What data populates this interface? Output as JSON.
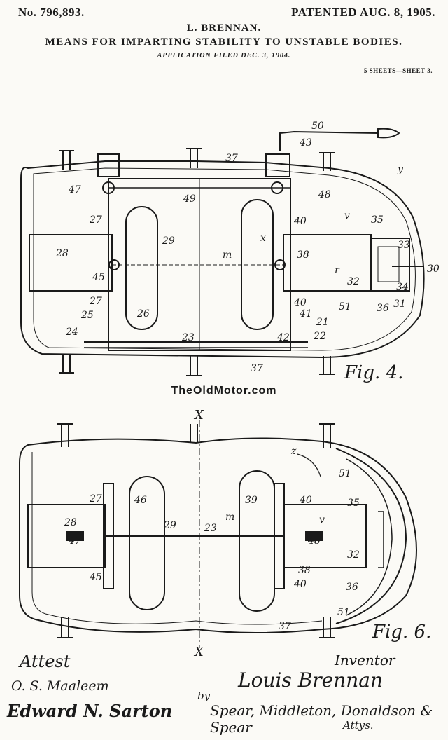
{
  "header": {
    "patent_number": "No. 796,893.",
    "patented_date": "PATENTED AUG. 8, 1905.",
    "inventor": "L. BRENNAN.",
    "title": "MEANS FOR IMPARTING STABILITY TO UNSTABLE BODIES.",
    "filed": "APPLICATION FILED DEC. 3, 1904.",
    "sheets": "5 SHEETS—SHEET 3."
  },
  "watermark": "TheOldMotor.com",
  "fig4": {
    "caption": "Fig. 4.",
    "labels": [
      "50",
      "43",
      "37",
      "y",
      "47",
      "48",
      "49",
      "27",
      "40",
      "35",
      "v",
      "29",
      "x",
      "m",
      "28",
      "38",
      "33",
      "45",
      "r",
      "32",
      "30",
      "34",
      "27",
      "40",
      "51",
      "36",
      "31",
      "26",
      "41",
      "25",
      "21",
      "24",
      "42",
      "22",
      "23",
      "37"
    ]
  },
  "fig6": {
    "caption": "Fig. 6.",
    "section_mark": "X",
    "labels": [
      "z",
      "51",
      "27",
      "46",
      "39",
      "40",
      "35",
      "28",
      "29",
      "23",
      "m",
      "v",
      "47",
      "48",
      "32",
      "45",
      "38",
      "40",
      "36",
      "51",
      "37"
    ]
  },
  "signatures": {
    "attest": "Attest",
    "inventor_role": "Inventor",
    "witness_1": "O. S. Maaleem",
    "signature": "Louis Brennan",
    "witness_2": "Edward N. Sarton",
    "by": "by",
    "attorneys": "Spear, Middleton, Donaldson & Spear",
    "attys": "Attys."
  }
}
